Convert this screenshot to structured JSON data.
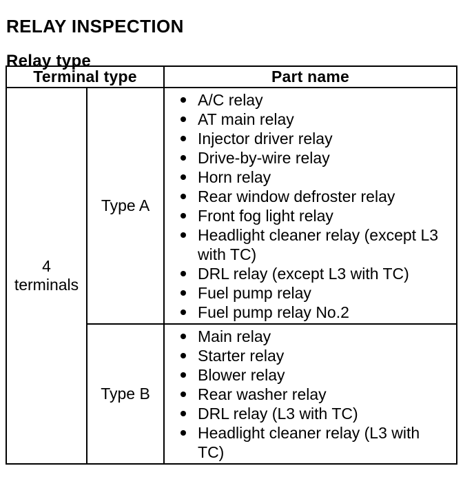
{
  "page": {
    "title": "RELAY INSPECTION",
    "subtitle": "Relay type"
  },
  "colors": {
    "text": "#000000",
    "background": "#ffffff",
    "border": "#000000"
  },
  "relay_table": {
    "headers": {
      "terminal_type": "Terminal type",
      "part_name": "Part name"
    },
    "terminal_label": "4 terminals",
    "rows": [
      {
        "type_label": "Type A",
        "parts": [
          "A/C relay",
          "AT main relay",
          "Injector driver relay",
          "Drive-by-wire relay",
          "Horn relay",
          "Rear window defroster relay",
          "Front fog light relay",
          "Headlight cleaner relay (except L3 with TC)",
          "DRL relay (except L3 with TC)",
          "Fuel pump relay",
          "Fuel pump relay No.2"
        ]
      },
      {
        "type_label": "Type B",
        "parts": [
          "Main relay",
          "Starter relay",
          "Blower relay",
          "Rear washer relay",
          "DRL relay (L3 with TC)",
          "Headlight cleaner relay (L3 with TC)"
        ]
      }
    ]
  }
}
